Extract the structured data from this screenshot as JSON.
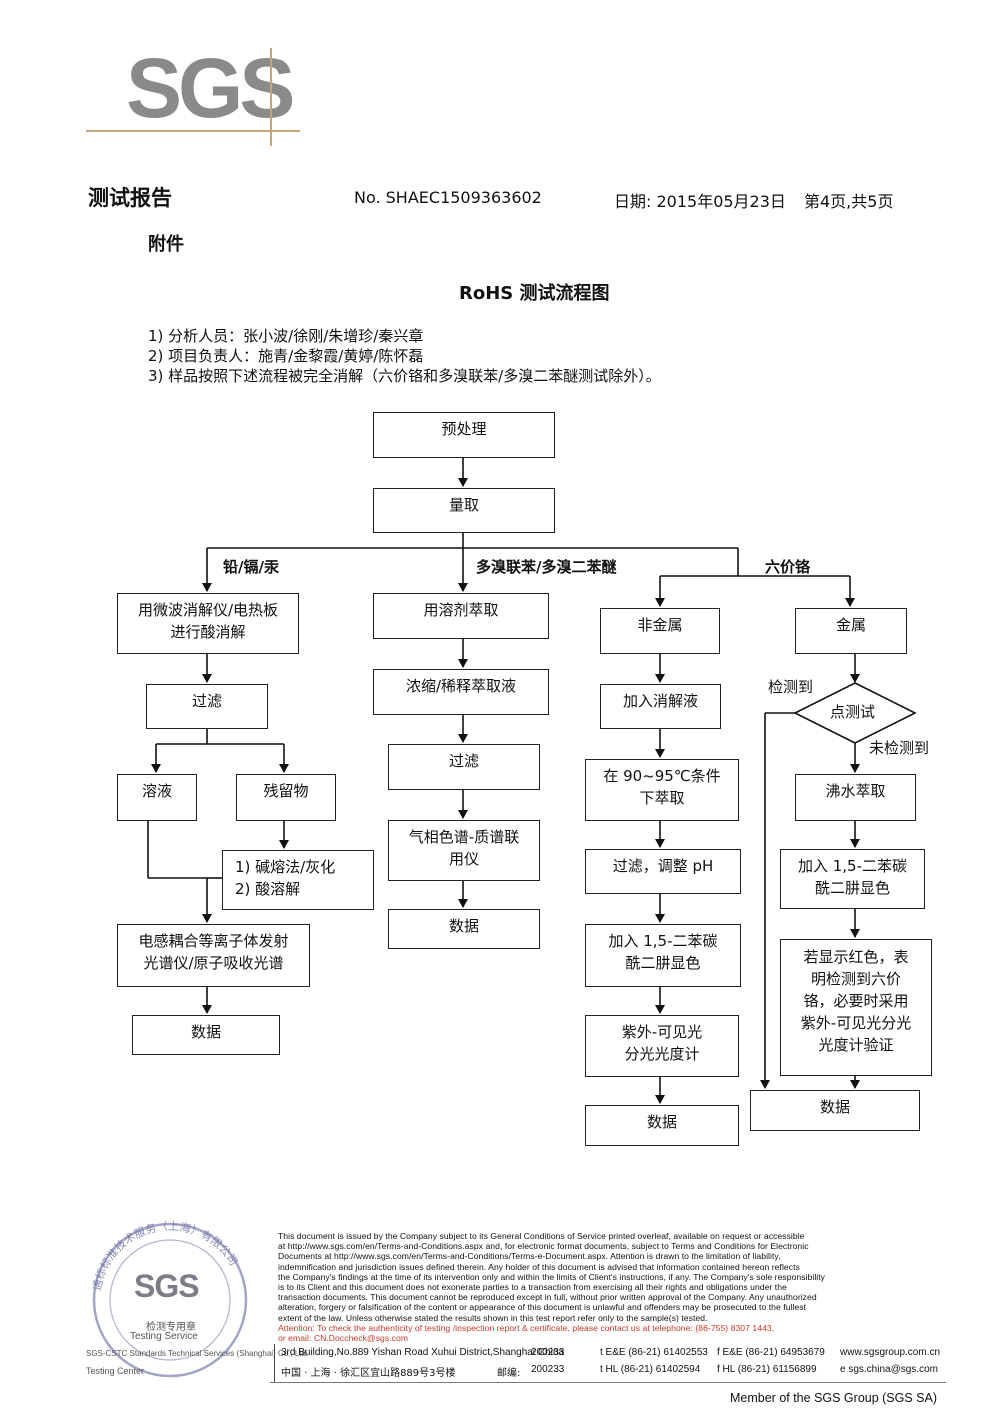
{
  "logo": {
    "text": "SGS"
  },
  "header": {
    "title": "测试报告",
    "report_no": "No. SHAEC1509363602",
    "date": "日期: 2015年05月23日",
    "page": "第4页,共5页"
  },
  "appendix": "附件",
  "chart_title": "RoHS 测试流程图",
  "notes": [
    "1) 分析人员：张小波/徐刚/朱增珍/秦兴章",
    "2) 项目负责人：施青/金黎霞/黄婷/陈怀磊",
    "3) 样品按照下述流程被完全消解（六价铬和多溴联苯/多溴二苯醚测试除外）。"
  ],
  "flow": {
    "pretreat": "预处理",
    "measure": "量取",
    "branch_pb": "铅/镉/汞",
    "branch_pbb": "多溴联苯/多溴二苯醚",
    "branch_cr": "六价铬",
    "pb": {
      "digest_1": "用微波消解仪/电热板",
      "digest_2": "进行酸消解",
      "filter": "过滤",
      "solution": "溶液",
      "residue": "残留物",
      "residue_1": "1) 碱熔法/灰化",
      "residue_2": "2) 酸溶解",
      "icp_1": "电感耦合等离子体发射",
      "icp_2": "光谱仪/原子吸收光谱",
      "data": "数据"
    },
    "pbb": {
      "extract": "用溶剂萃取",
      "concentrate": "浓缩/稀释萃取液",
      "filter": "过滤",
      "gcms_1": "气相色谱-质谱联",
      "gcms_2": "用仪",
      "data": "数据"
    },
    "cr_nonmetal": {
      "nonmetal": "非金属",
      "add_solution": "加入消解液",
      "extract_1": "在 90~95℃条件",
      "extract_2": "下萃取",
      "filter_ph": "过滤，调整 pH",
      "color_1": "加入 1,5-二苯碳",
      "color_2": "酰二肼显色",
      "uv_1": "紫外-可见光",
      "uv_2": "分光光度计",
      "data": "数据"
    },
    "cr_metal": {
      "metal": "金属",
      "detected": "检测到",
      "spot_test": "点测试",
      "not_detected": "未检测到",
      "boil": "沸水萃取",
      "color_1": "加入 1,5-二苯碳",
      "color_2": "酰二肼显色",
      "red_1": "若显示红色，表",
      "red_2": "明检测到六价",
      "red_3": "铬，必要时采用",
      "red_4": "紫外-可见光分光",
      "red_5": "光度计验证",
      "data": "数据"
    }
  },
  "disclaimer": [
    "This document is issued by the Company subject to its General Conditions of Service printed overleaf, available on request or accessible",
    "at http://www.sgs.com/en/Terms-and-Conditions.aspx and, for electronic format documents, subject to Terms and Conditions for Electronic",
    "Documents at http://www.sgs.com/en/Terms-and-Conditions/Terms-e-Document.aspx. Attention is drawn to the limitation of liability,",
    "indemnification and jurisdiction issues defined therein. Any holder of this document is advised that information contained hereon reflects",
    "the Company's findings at the time of its intervention only and within the limits of Client's instructions, if any. The Company's sole responsibility",
    "is to its Client and this document does not exonerate parties to a transaction from exercising all their rights and obligations under the",
    "transaction documents. This document cannot be reproduced except in full, without prior written approval of the Company. Any unauthorized",
    "alteration, forgery or falsification of the content or appearance of this document is unlawful and offenders may be prosecuted to the fullest",
    "extent of the law. Unless otherwise stated the results shown in this test report refer only to the sample(s) tested."
  ],
  "attention": [
    "Attention: To check the authenticity of testing /inspection report & certificate, please contact us at telephone: (86-755) 8307 1443,",
    "or email: CN.Doccheck@sgs.com"
  ],
  "footer": {
    "addr_en": "3rd Building,No.889 Yishan Road Xuhui District,Shanghai China",
    "zip1": "200233",
    "tel_ee": "t E&E (86-21) 61402553",
    "fax_ee": "f E&E (86-21) 64953679",
    "web": "www.sgsgroup.com.cn",
    "addr_cn": "中国 · 上海 · 徐汇区宜山路889号3号楼",
    "zip_label": "邮编:",
    "zip2": "200233",
    "tel_hl": "t HL (86-21) 61402594",
    "fax_hl": "f HL (86-21) 61156899",
    "email": "e sgs.china@sgs.com",
    "member": "Member of the SGS Group (SGS SA)",
    "left_1": "SGS-CSTC Standards Technical Services (Shanghai) Co., Ltd.",
    "left_2": "Testing Center"
  },
  "stamp": {
    "ring": "通标标准技术服务（上海）有限公司",
    "logo": "SGS",
    "cn": "检测专用章",
    "en": "Testing Service"
  }
}
